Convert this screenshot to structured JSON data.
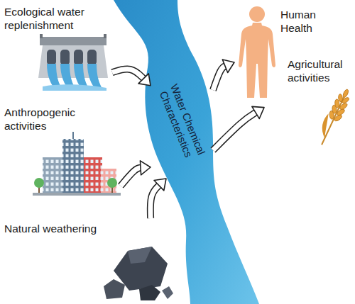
{
  "diagram": {
    "nodes": [
      {
        "text": [
          "Ecological water replenishment"
        ]
      },
      {
        "text": [
          "Anthropogenic activities"
        ]
      },
      {
        "text": [
          "Natural weathering"
        ]
      },
      {
        "text": [
          "Water Chemical Characteristics"
        ]
      },
      {
        "text": [
          "Human Health"
        ]
      },
      {
        "text": [
          "Agricultural activities"
        ]
      }
    ],
    "edges": [
      {
        "from": 0,
        "to": 3,
        "arrow": "to"
      },
      {
        "from": 1,
        "to": 3,
        "arrow": "to"
      },
      {
        "from": 2,
        "to": 3,
        "arrow": "to"
      },
      {
        "from": 3,
        "to": 4,
        "arrow": "to"
      },
      {
        "from": 3,
        "to": 5,
        "arrow": "to"
      }
    ]
  }
}
